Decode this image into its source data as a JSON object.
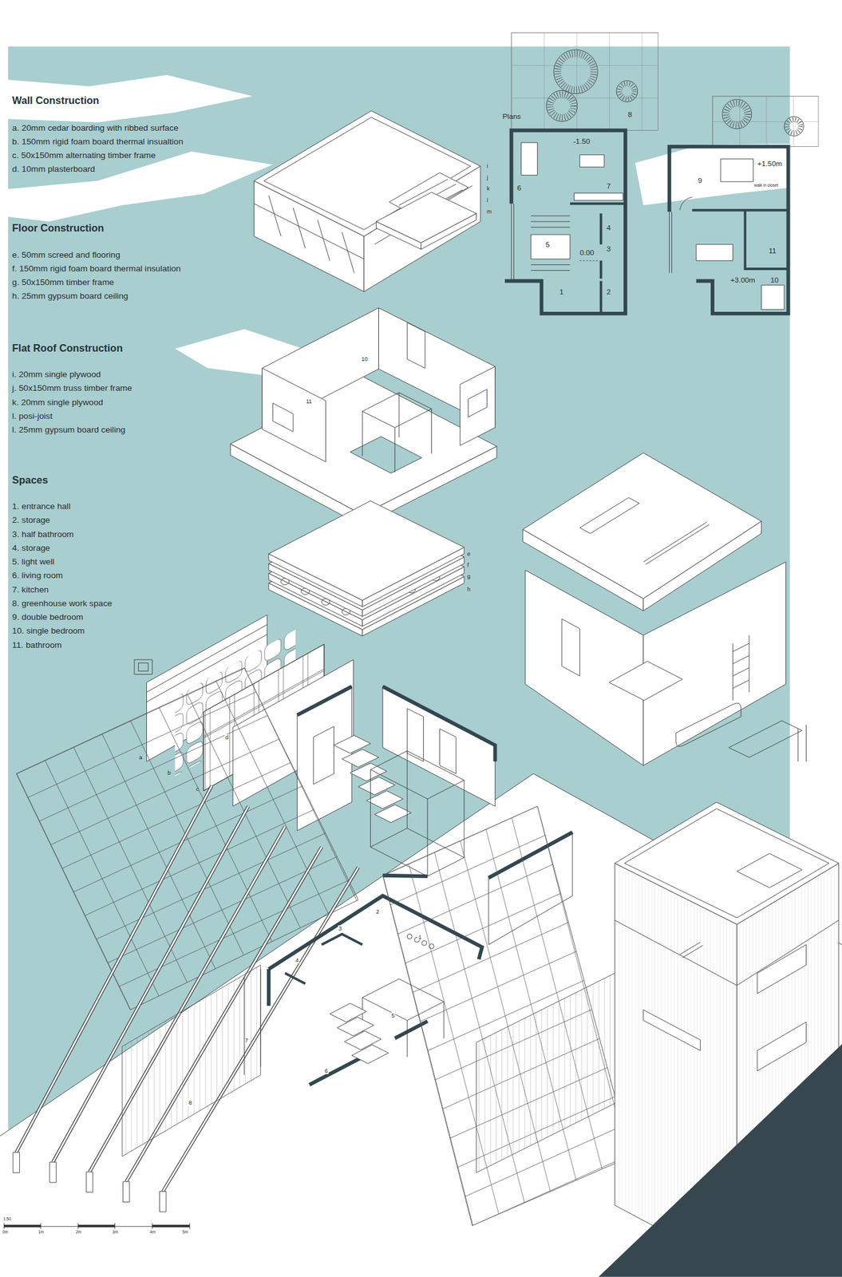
{
  "diagram": {
    "labels": [
      "Wall Construction",
      "a. 20mm cedar boarding with ribbed surface",
      "b. 150mm rigid foam board thermal insualtion",
      "c. 50x150mm alternating timber frame",
      "d. 10mm plasterboard",
      "Floor Construction",
      "e. 50mm screed and flooring",
      "f. 150mm rigid foam board thermal insulation",
      "g. 50x150mm timber frame",
      "h. 25mm gypsum board ceiling",
      "Flat Roof Construction",
      "i. 20mm single plywood",
      "j. 50x150mm truss timber frame",
      "k. 20mm single plywood",
      "l. posi-joist",
      "l. 25mm gypsum board ceiling",
      "Spaces",
      "1. entrance hall",
      "2. storage",
      "3. half bathroom",
      "4. storage",
      "5. light well",
      "6. living room",
      "7. kitchen",
      "8. greenhouse work space",
      "9. double bedroom",
      "10. single bedroom",
      "11. bathroom",
      "Plans",
      "8",
      "-1.50",
      "6",
      "7",
      "4",
      "3",
      "5",
      "0.00",
      "1",
      "2",
      "+1.50m",
      "9",
      "walk in closet",
      "11",
      "+3.00m",
      "10",
      "i",
      "j",
      "k",
      "l",
      "m",
      "10",
      "11",
      "e",
      "f",
      "g",
      "h",
      "a",
      "b",
      "c",
      "d",
      "2",
      "3",
      "1",
      "4",
      "5",
      "7",
      "6",
      "8",
      "1:50",
      "0m",
      "1m",
      "2m",
      "3m",
      "4m",
      "5m"
    ]
  }
}
